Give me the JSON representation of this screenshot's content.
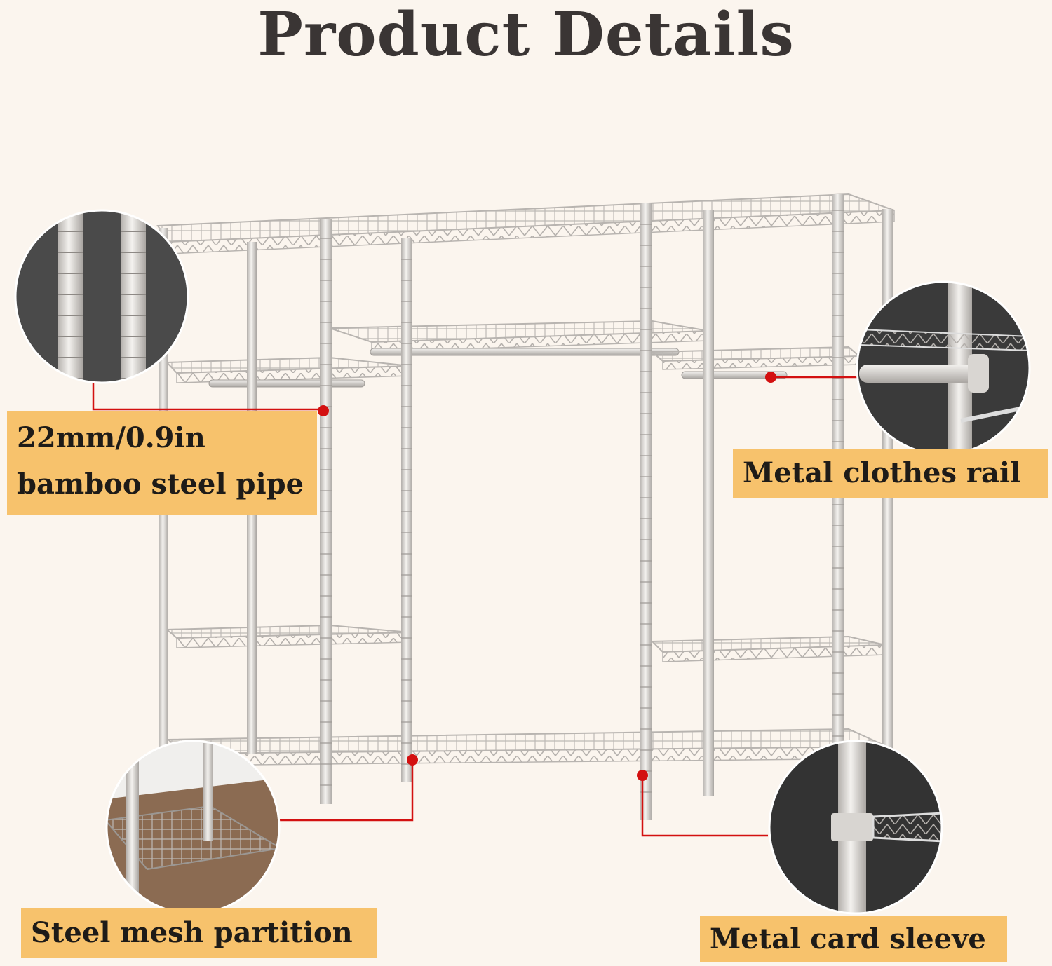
{
  "page_title": "Product Details",
  "callouts": {
    "pipe": {
      "line1": "22mm/0.9in",
      "line2": "bamboo steel pipe"
    },
    "rail": {
      "text": "Metal clothes rail"
    },
    "mesh": {
      "text": "Steel mesh partition"
    },
    "sleeve": {
      "text": "Metal card sleeve"
    }
  },
  "colors": {
    "background": "#fbf5ee",
    "label_fill": "#f7c26c",
    "leader_red": "#d31010",
    "title_text": "#3a3534",
    "metal": "#c9c6c2"
  }
}
